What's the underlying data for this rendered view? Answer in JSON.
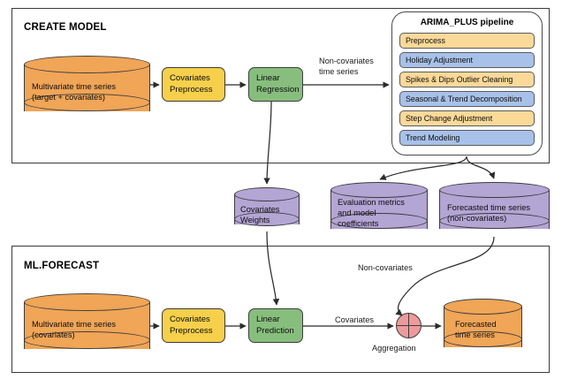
{
  "diagram": {
    "sections": [
      {
        "id": "create-model",
        "title": "CREATE MODEL"
      },
      {
        "id": "ml-forecast",
        "title": "ML.FORECAST"
      }
    ],
    "create_model": {
      "source_cylinder": {
        "label": "Multivariate time series\n(target + covariates)",
        "color": "#F0A557"
      },
      "preprocess_box": {
        "label": "Covariates\nPreprocess",
        "color": "#F6D04B"
      },
      "model_box": {
        "label": "Linear\nRegression",
        "color": "#87BE7D"
      },
      "edge_label_noncov": "Non-covariates\ntime series",
      "pipeline": {
        "title": "ARIMA_PLUS pipeline",
        "steps": [
          {
            "label": "Preprocess",
            "color": "#FBD999"
          },
          {
            "label": "Holiday Adjustment",
            "color": "#A8C1E9"
          },
          {
            "label": "Spikes & Dips Outlier Cleaning",
            "color": "#FBD999"
          },
          {
            "label": "Seasonal & Trend Decomposition",
            "color": "#A8C1E9"
          },
          {
            "label": "Step Change Adjustment",
            "color": "#FBD999"
          },
          {
            "label": "Trend Modeling",
            "color": "#A8C1E9"
          }
        ]
      }
    },
    "artifacts": [
      {
        "id": "covariates-weights",
        "label": "Covariates\nWeights",
        "color": "#B3A5D4"
      },
      {
        "id": "evaluation-metrics",
        "label": "Evaluation metrics\nand model\ncoefficients",
        "color": "#B3A5D4"
      },
      {
        "id": "forecasted-noncov",
        "label": "Forecasted time series\n(non-covariates)",
        "color": "#B3A5D4"
      }
    ],
    "ml_forecast": {
      "source_cylinder": {
        "label": "Multivariate time series\n(covariates)",
        "color": "#F0A557"
      },
      "preprocess_box": {
        "label": "Covariates\nPreprocess",
        "color": "#F6D04B"
      },
      "prediction_box": {
        "label": "Linear\nPrediction",
        "color": "#87BE7D"
      },
      "edge_label_covariates": "Covariates",
      "edge_label_noncovariates": "Non-covariates",
      "aggregation": {
        "label": "Aggregation",
        "color": "#EE9A9C"
      },
      "output_cylinder": {
        "label": "Forecasted\ntime series",
        "color": "#F0A557"
      }
    },
    "colors": {
      "orange": "#F0A557",
      "yellow": "#F6D04B",
      "green": "#87BE7D",
      "purple": "#B3A5D4",
      "pipeline_yellow": "#FBD999",
      "pipeline_blue": "#A8C1E9",
      "pink": "#EE9A9C",
      "stroke": "#3c3c3c",
      "background": "#FFFFFF"
    }
  }
}
